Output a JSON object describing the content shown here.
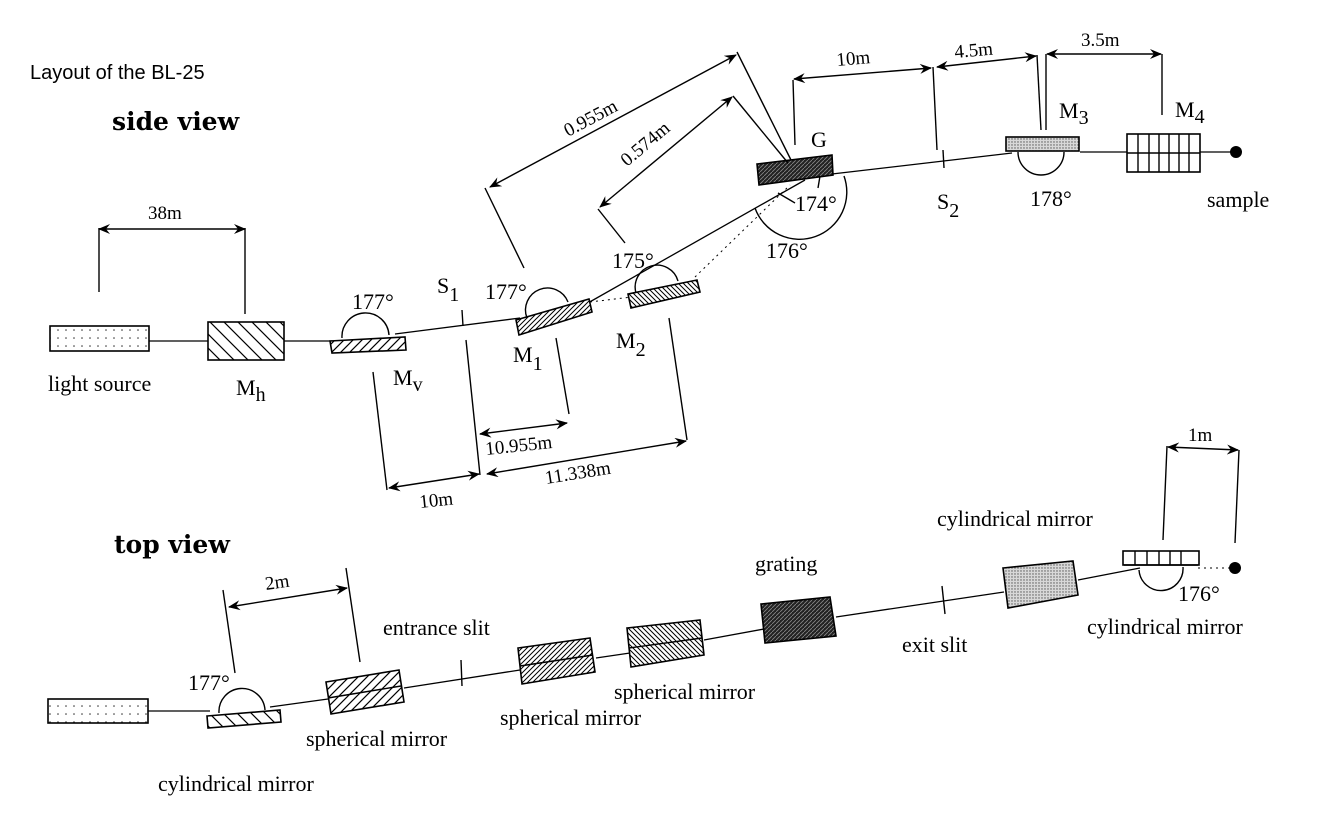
{
  "title": "Layout of the BL-25",
  "side_view": {
    "heading": "side view",
    "components": {
      "light_source": "light source",
      "mh": {
        "main": "M",
        "sub": "h"
      },
      "mv": {
        "main": "M",
        "sub": "v"
      },
      "s1": {
        "main": "S",
        "sub": "1"
      },
      "m1": {
        "main": "M",
        "sub": "1"
      },
      "m2": {
        "main": "M",
        "sub": "2"
      },
      "g": "G",
      "s2": {
        "main": "S",
        "sub": "2"
      },
      "m3": {
        "main": "M",
        "sub": "3"
      },
      "m4": {
        "main": "M",
        "sub": "4"
      },
      "sample": "sample"
    },
    "angles": {
      "mv": "177°",
      "m1": "177°",
      "m2": "175°",
      "g_inner": "174°",
      "g_outer": "176°",
      "m3": "178°"
    },
    "distances": {
      "source_to_mh": "38m",
      "mv_to_s1": "10m",
      "s1_to_m1": "10.955m",
      "s1_to_m2": "11.338m",
      "m1_to_g": "0.955m",
      "m2_to_g": "0.574m",
      "g_to_s2": "10m",
      "s2_to_m3": "4.5m",
      "m3_to_m4": "3.5m"
    }
  },
  "top_view": {
    "heading": "top view",
    "components": {
      "cyl_mirror_1": "cylindrical mirror",
      "sph_mirror_1": "spherical mirror",
      "entrance_slit": "entrance slit",
      "sph_mirror_2": "spherical mirror",
      "sph_mirror_3": "spherical mirror",
      "grating": "grating",
      "exit_slit": "exit slit",
      "cyl_mirror_2": "cylindrical mirror",
      "cyl_mirror_3": "cylindrical mirror"
    },
    "angles": {
      "cyl_mirror_1": "177°",
      "cyl_mirror_3": "176°"
    },
    "distances": {
      "cyl_to_sph": "2m",
      "cyl_to_sample": "1m"
    }
  }
}
